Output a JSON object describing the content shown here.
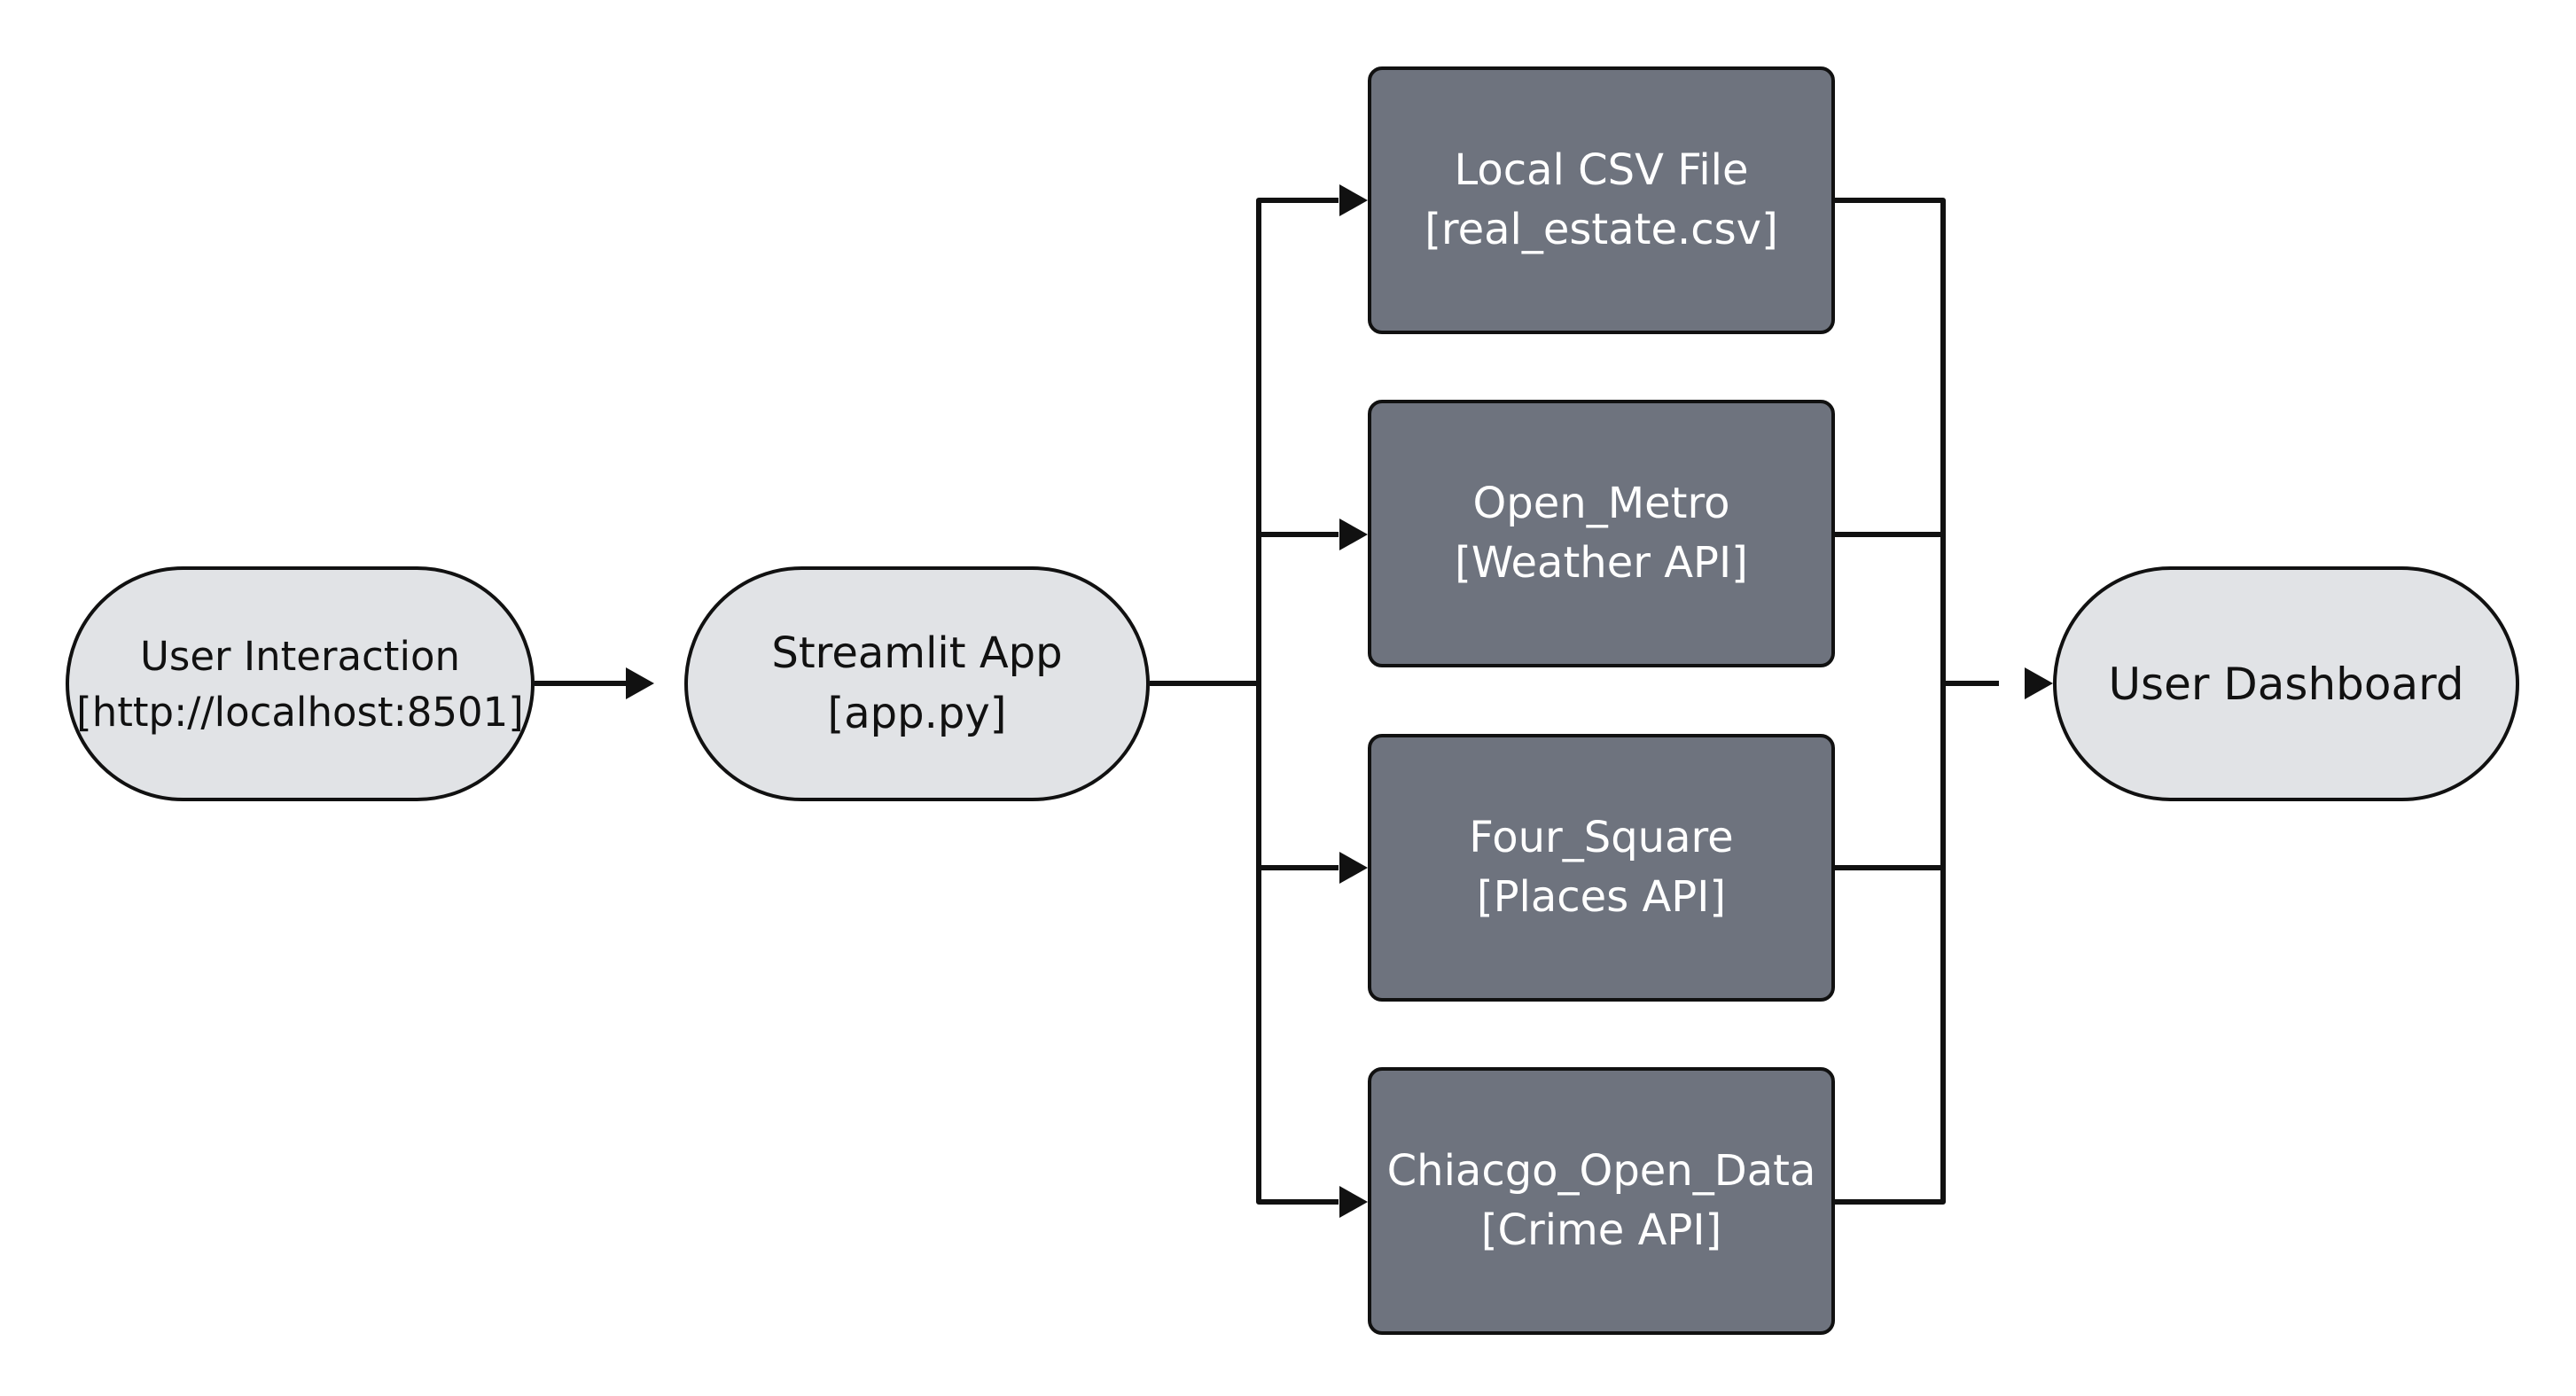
{
  "diagram": {
    "nodes": {
      "user_interaction": {
        "line1": "User Interaction",
        "line2": "[http://localhost:8501]"
      },
      "streamlit_app": {
        "line1": "Streamlit App",
        "line2": "[app.py]"
      },
      "local_csv": {
        "line1": "Local CSV File",
        "line2": "[real_estate.csv]"
      },
      "open_metro": {
        "line1": "Open_Metro",
        "line2": "[Weather API]"
      },
      "four_square": {
        "line1": "Four_Square",
        "line2": "[Places API]"
      },
      "chicago_open_data": {
        "line1": "Chiacgo_Open_Data",
        "line2": "[Crime API]"
      },
      "user_dashboard": {
        "line1": "User Dashboard"
      }
    },
    "edges": [
      {
        "from": "user_interaction",
        "to": "streamlit_app"
      },
      {
        "from": "streamlit_app",
        "to": "local_csv"
      },
      {
        "from": "streamlit_app",
        "to": "open_metro"
      },
      {
        "from": "streamlit_app",
        "to": "four_square"
      },
      {
        "from": "streamlit_app",
        "to": "chicago_open_data"
      },
      {
        "from": "local_csv",
        "to": "user_dashboard"
      },
      {
        "from": "open_metro",
        "to": "user_dashboard"
      },
      {
        "from": "four_square",
        "to": "user_dashboard"
      },
      {
        "from": "chicago_open_data",
        "to": "user_dashboard"
      }
    ],
    "colors": {
      "pill_fill": "#e1e3e6",
      "box_fill": "#6e737e",
      "stroke": "#111111"
    }
  }
}
